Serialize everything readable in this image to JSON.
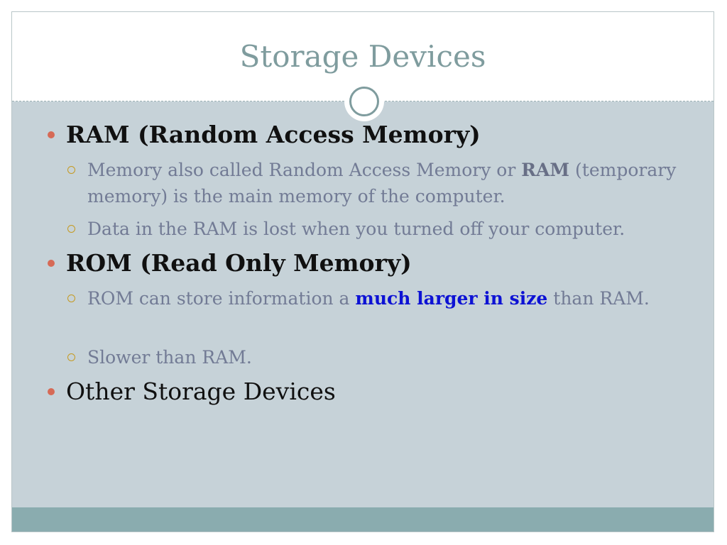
{
  "slide": {
    "title": "Storage Devices",
    "bullets": [
      {
        "heading": "RAM (Random Access Memory)",
        "subs": [
          {
            "pre": "Memory also called Random Access Memory or ",
            "strong": "RAM",
            "post": " (temporary memory) is the main memory of the computer."
          },
          {
            "text": "Data in the RAM is lost when you turned off your computer."
          }
        ]
      },
      {
        "heading": "ROM (Read Only Memory)",
        "subs": [
          {
            "pre": "ROM can store information a ",
            "strong": "much larger in size",
            "post": " than RAM."
          },
          {
            "text": "Slower than RAM."
          }
        ]
      },
      {
        "heading": "Other Storage Devices"
      }
    ]
  },
  "colors": {
    "title": "#7f9c9e",
    "body_bg": "#c6d2d8",
    "footer_bar": "#8aacaf",
    "l1_bullet": "#d66a56",
    "l2_bullet": "#c59a22",
    "highlight_blue": "#0d12d4"
  }
}
